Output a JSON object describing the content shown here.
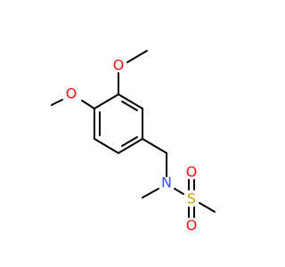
{
  "colors": {
    "bond": "#000000",
    "oxygen": "#ff0d0d",
    "nitrogen": "#3050f8",
    "sulfur": "#c8a000"
  },
  "atoms": {
    "o_upper_methoxy": "O",
    "o_lower_methoxy": "O",
    "n_amine": "N",
    "s_sulfonyl": "S",
    "o_sulfonyl_top": "O",
    "o_sulfonyl_bottom": "O"
  }
}
